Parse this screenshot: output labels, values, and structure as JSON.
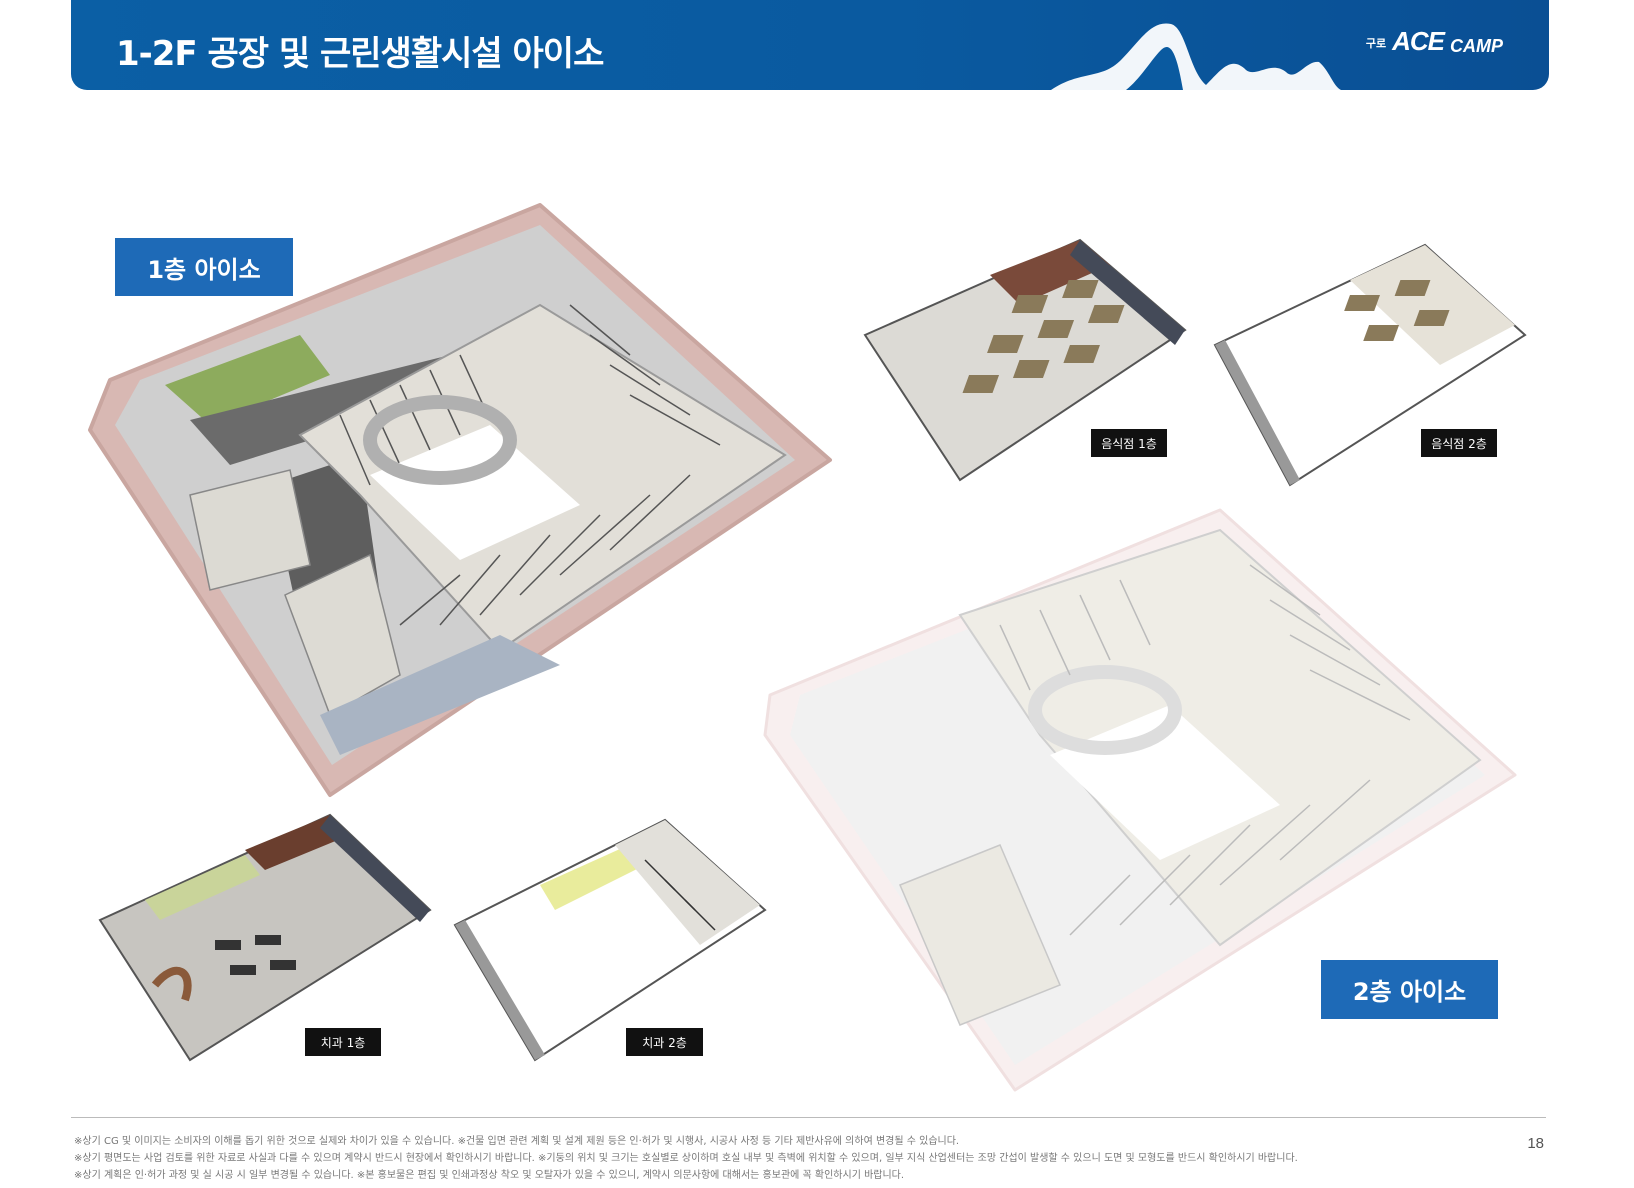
{
  "header": {
    "title": "1-2F 공장 및 근린생활시설 아이소",
    "logo_prefix": "구로",
    "logo_ace": "ACE",
    "logo_camp": "CAMP"
  },
  "floor_labels": {
    "floor1": "1층 아이소",
    "floor2": "2층 아이소"
  },
  "captions": {
    "restaurant_1f": "음식점 1층",
    "restaurant_2f": "음식점 2층",
    "dental_1f": "치과 1층",
    "dental_2f": "치과 2층"
  },
  "footnotes": [
    "※상기 CG 및 이미지는 소비자의 이해를 돕기 위한 것으로 실제와 차이가 있을 수 있습니다. ※건물 입면 관련 계획 및 설계 제원 등은 인·허가 및 시행사, 시공사 사정 등 기타 제반사유에 의하여 변경될 수 있습니다.",
    "※상기 평면도는 사업 검토를 위한 자료로 사실과 다를 수 있으며 계약시 반드시 현장에서 확인하시기 바랍니다. ※기둥의 위치 및 크기는 호실별로 상이하며 호실 내부 및 측벽에 위치할 수 있으며, 일부 지식 산업센터는 조망 간섭이 발생할 수 있으니 도면 및 모형도를 반드시 확인하시기 바랍니다.",
    "※상기 계획은 인·허가 과정 및 실 시공 시 일부 변경될 수 있습니다. ※본 홍보물은 편집 및 인쇄과정상 착오 및 오탈자가 있을 수 있으니, 계약시 의문사항에 대해서는 홍보관에 꼭 확인하시기 바랍니다."
  ],
  "page_number": "18"
}
